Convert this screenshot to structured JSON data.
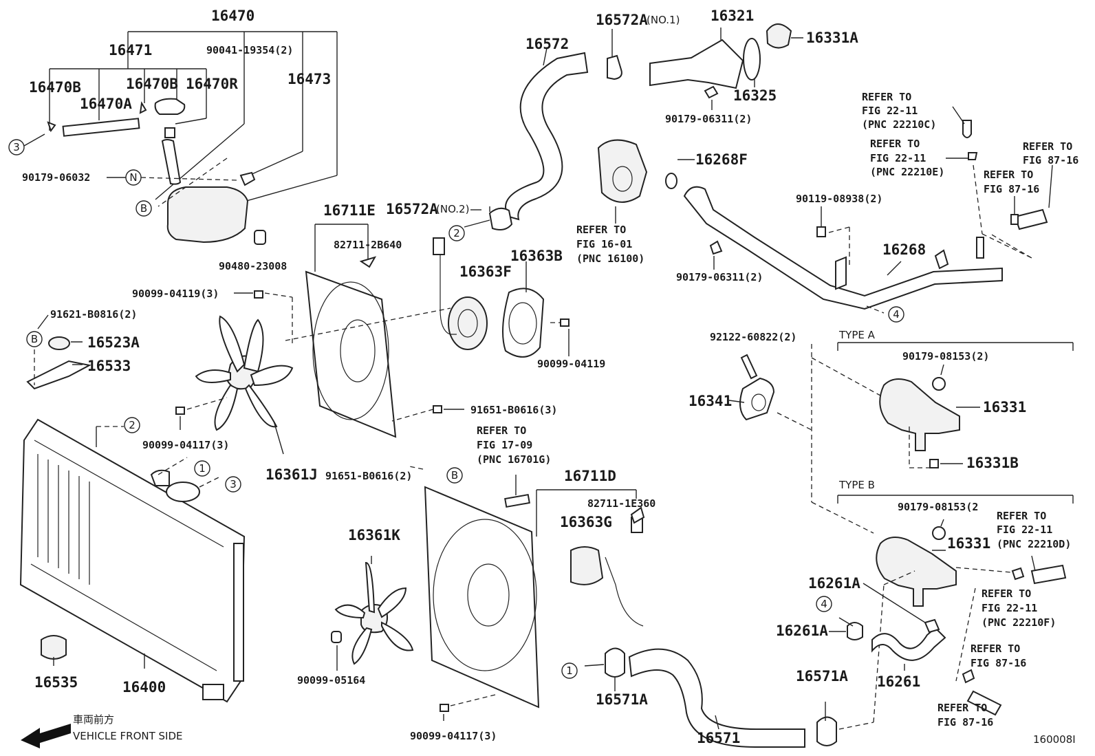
{
  "labels": {
    "p16470": "16470",
    "p16471": "16471",
    "p90041": "90041-19354(2)",
    "p16470B_1": "16470B",
    "p16470B_2": "16470B",
    "p16470R": "16470R",
    "p16470A": "16470A",
    "p16473": "16473",
    "p90179_06032": "90179-06032",
    "p90480": "90480-23008",
    "p16711E": "16711E",
    "p82711_2B640": "82711-2B640",
    "p90099_04119_3": "90099-04119(3)",
    "p91621": "91621-B0816(2)",
    "p16523A": "16523A",
    "p16533": "16533",
    "p16361J": "16361J",
    "p90099_04117_3a": "90099-04117(3)",
    "p91651_3": "91651-B0616(3)",
    "p91651_2": "91651-B0616(2)",
    "p16363F": "16363F",
    "p16363B": "16363B",
    "p90099_04119": "90099-04119",
    "p16572": "16572",
    "p16572A_1": "16572A",
    "p16572A_1_note": "(NO.1)",
    "p16572A_2": "16572A",
    "p16572A_2_note": "(NO.2)",
    "p16321": "16321",
    "p16331A": "16331A",
    "p16325": "16325",
    "p90179_06311_2a": "90179-06311(2)",
    "p16268F": "16268F",
    "ref_16_01": "REFER TO",
    "ref_16_01_fig": "FIG 16-01",
    "ref_16_01_pnc": "(PNC 16100)",
    "p90119": "90119-08938(2)",
    "p90179_06311_2b": "90179-06311(2)",
    "p16268": "16268",
    "ref_c_1": "REFER TO",
    "ref_c_2": "FIG 22-11",
    "ref_c_3": "(PNC 22210C)",
    "ref_e_1": "REFER TO",
    "ref_e_2": "FIG 22-11",
    "ref_e_3": "(PNC 22210E)",
    "ref_87a_1": "REFER TO",
    "ref_87a_2": "FIG 87-16",
    "ref_87b_1": "REFER TO",
    "ref_87b_2": "FIG 87-16",
    "p92122": "92122-60822(2)",
    "type_a": "TYPE A",
    "p90179_08153_a": "90179-08153(2)",
    "p16341": "16341",
    "p16331_a": "16331",
    "p16331B": "16331B",
    "type_b": "TYPE B",
    "p90179_08153_b": "90179-08153(2",
    "p16331_b": "16331",
    "ref_d_1": "REFER TO",
    "ref_d_2": "FIG 22-11",
    "ref_d_3": "(PNC 22210D)",
    "ref_f_1": "REFER TO",
    "ref_f_2": "FIG 22-11",
    "ref_f_3": "(PNC 22210F)",
    "ref_87c_1": "REFER TO",
    "ref_87c_2": "FIG 87-16",
    "ref_87d_1": "REFER TO",
    "ref_87d_2": "FIG 87-16",
    "p16261A_1": "16261A",
    "p16261A_2": "16261A",
    "p16261": "16261",
    "p16571A_1": "16571A",
    "p16571A_2": "16571A",
    "p16571": "16571",
    "ref_17_1": "REFER TO",
    "ref_17_2": "FIG 17-09",
    "ref_17_3": "(PNC 16701G)",
    "p16711D": "16711D",
    "p82711_1E360": "82711-1E360",
    "p16363G": "16363G",
    "p16361K": "16361K",
    "p90099_05164": "90099-05164",
    "p90099_04117_3b": "90099-04117(3)",
    "p16535": "16535",
    "p16400": "16400",
    "front_jp": "車両前方",
    "front_en": "VEHICLE FRONT SIDE",
    "fig_id": "160008I"
  },
  "callouts": {
    "c1a": "1",
    "c1b": "1",
    "c2a": "2",
    "c2b": "2",
    "c3a": "3",
    "c3b": "3",
    "c4a": "4",
    "c4b": "4",
    "cN": "N",
    "cBa": "B",
    "cBb": "B",
    "cBc": "B"
  }
}
